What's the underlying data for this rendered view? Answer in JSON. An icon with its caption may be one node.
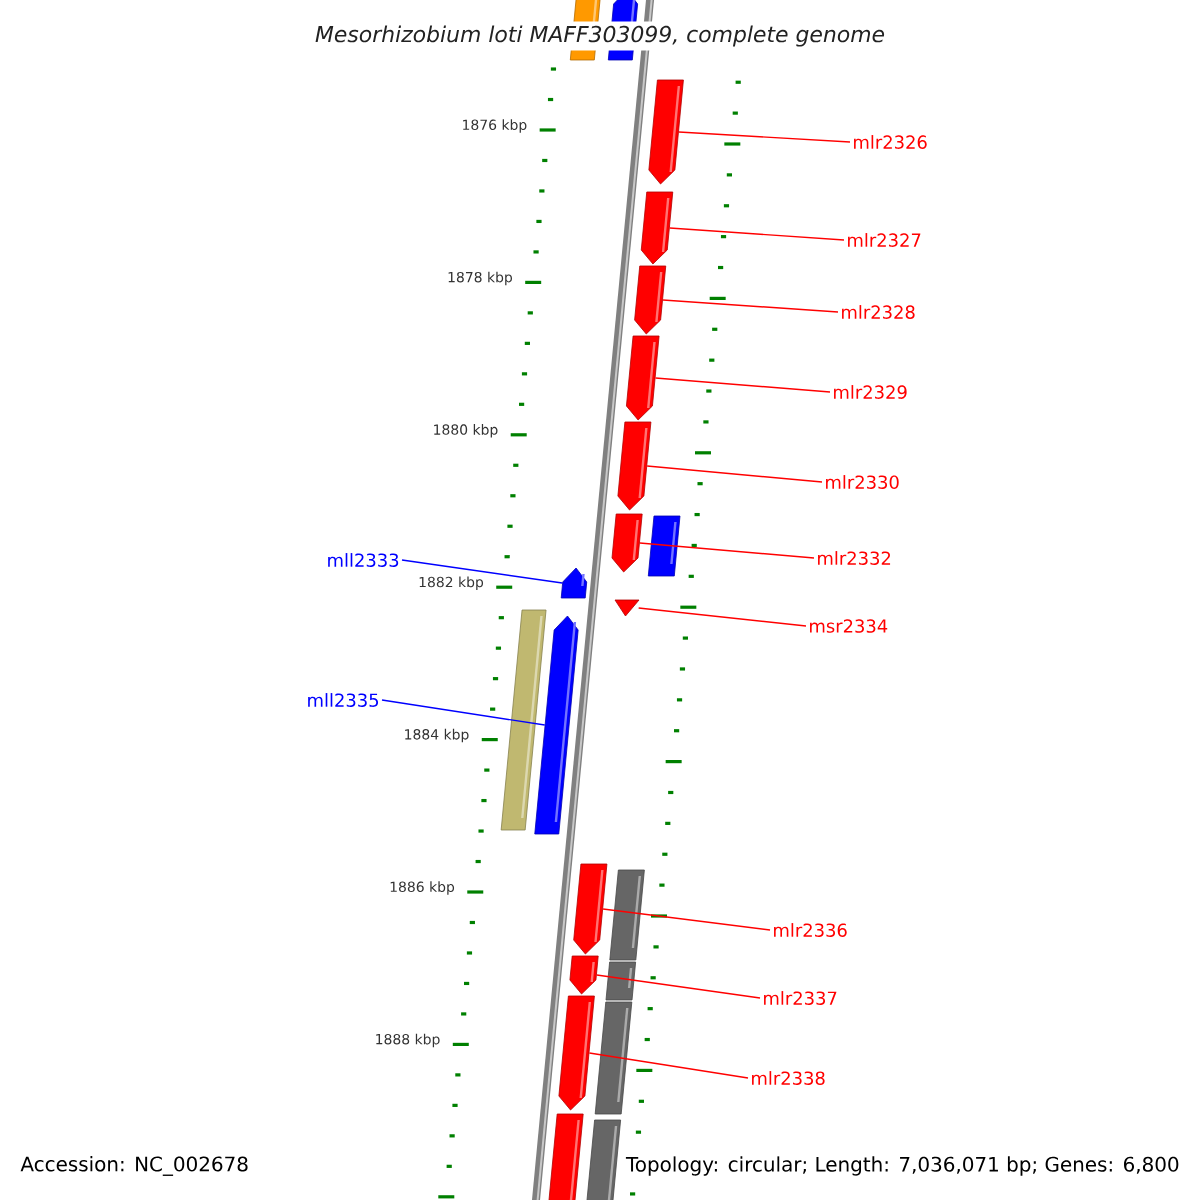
{
  "diagram": {
    "title": "Mesorhizobium loti MAFF303099, complete genome",
    "nodes": [
      {
        "text": [
          "mlr2326"
        ]
      },
      {
        "text": [
          "mlr2327"
        ]
      },
      {
        "text": [
          "mlr2328"
        ]
      },
      {
        "text": [
          "mlr2329"
        ]
      },
      {
        "text": [
          "mlr2330"
        ]
      },
      {
        "text": [
          "mll2333"
        ]
      },
      {
        "text": [
          "mlr2332"
        ]
      },
      {
        "text": [
          "msr2334"
        ]
      },
      {
        "text": [
          "mll2335"
        ]
      },
      {
        "text": [
          "mlr2336"
        ]
      },
      {
        "text": [
          "mlr2337"
        ]
      },
      {
        "text": [
          "mlr2338"
        ]
      },
      {
        "text": [],
        "shape": "bar"
      },
      {
        "text": [],
        "shape": "bar"
      },
      {
        "text": [],
        "shape": "bar"
      },
      {
        "text": [],
        "shape": "bar"
      },
      {
        "text": [],
        "shape": "bar"
      },
      {
        "text": [],
        "shape": "bar"
      },
      {
        "text": [],
        "shape": "bar"
      },
      {
        "text": [],
        "shape": "bar"
      },
      {
        "text": [],
        "shape": "bar"
      },
      {
        "text": [],
        "shape": "bar"
      },
      {
        "text": [],
        "shape": "bar"
      },
      {
        "text": [],
        "shape": "bar"
      }
    ],
    "edges": [
      {
        "from": 0,
        "to": 12,
        "arrow": "none"
      },
      {
        "from": 1,
        "to": 13,
        "arrow": "none"
      },
      {
        "from": 2,
        "to": 14,
        "arrow": "none"
      },
      {
        "from": 3,
        "to": 15,
        "arrow": "none"
      },
      {
        "from": 4,
        "to": 16,
        "arrow": "none"
      },
      {
        "from": 5,
        "to": 17,
        "arrow": "none",
        "color": "#0000ff"
      },
      {
        "from": 6,
        "to": 18,
        "arrow": "none"
      },
      {
        "from": 7,
        "to": 19,
        "arrow": "none"
      },
      {
        "from": 8,
        "to": 20,
        "arrow": "none",
        "color": "#0000ff"
      },
      {
        "from": 9,
        "to": 21,
        "arrow": "none"
      },
      {
        "from": 10,
        "to": 22,
        "arrow": "none"
      },
      {
        "from": 11,
        "to": 23,
        "arrow": "none"
      }
    ],
    "labels": [
      "1876 kbp",
      "1878 kbp",
      "1880 kbp",
      "1882 kbp",
      "1884 kbp",
      "1886 kbp",
      "1888 kbp",
      "Accession: NC_002678",
      "Topology: circular; Length: 7,036,071 bp; Genes: 6,800"
    ]
  }
}
